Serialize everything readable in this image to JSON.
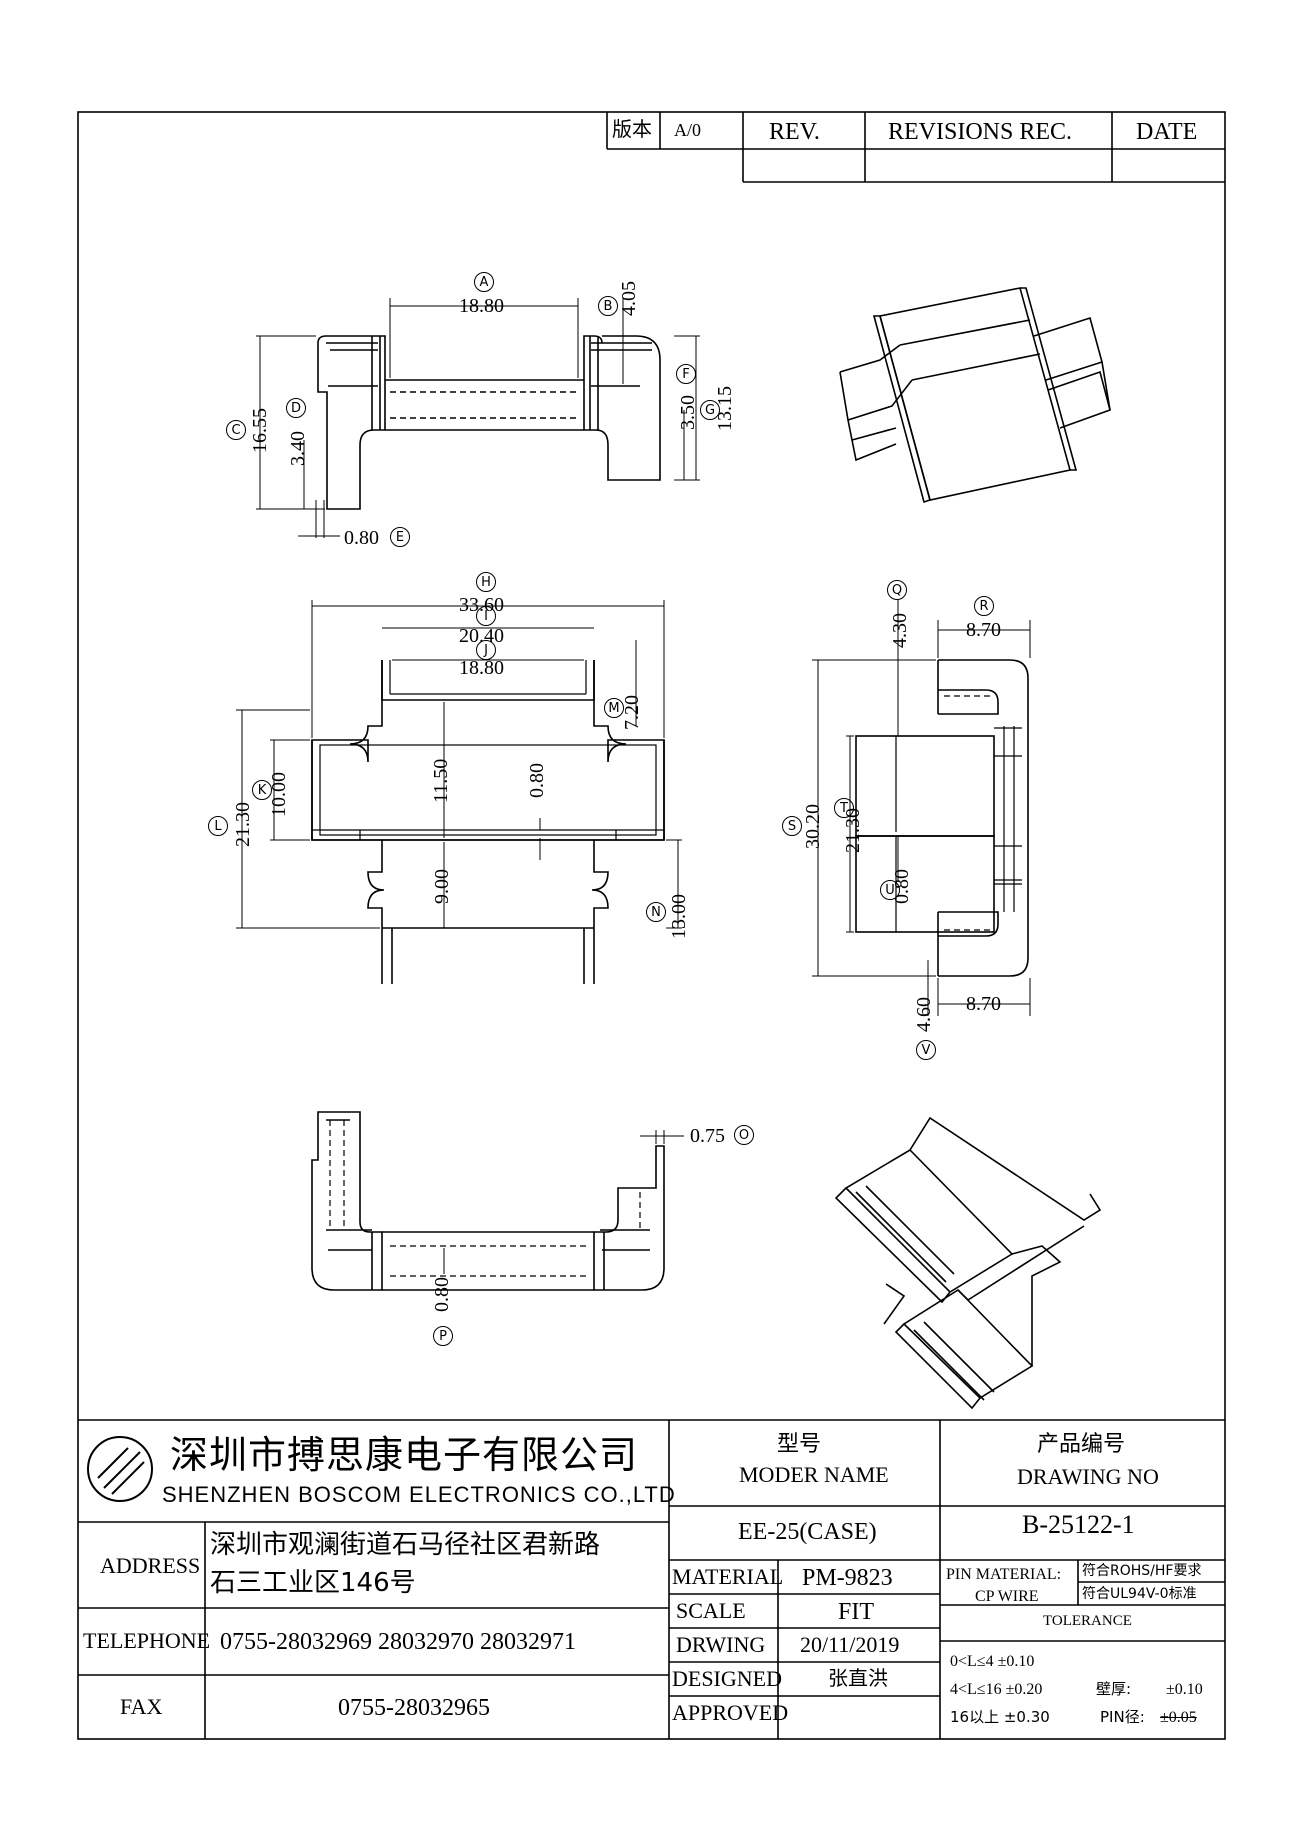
{
  "revision_table": {
    "version_label": "版本",
    "version_value": "A/0",
    "rev_label": "REV.",
    "revisions_label": "REVISIONS REC.",
    "date_label": "DATE"
  },
  "views": {
    "top_view": {
      "dim_A": "18.80",
      "letter_A": "A",
      "dim_B": "4.05",
      "letter_B": "B",
      "dim_C": "16.55",
      "letter_C": "C",
      "dim_D": "3.40",
      "letter_D": "D",
      "dim_E": "0.80",
      "letter_E": "E",
      "dim_F": "3.50",
      "letter_F": "F",
      "dim_G": "13.15",
      "letter_G": "G"
    },
    "front_view": {
      "dim_H": "33.60",
      "letter_H": "H",
      "dim_I": "20.40",
      "letter_I": "I",
      "dim_J": "18.80",
      "letter_J": "J",
      "dim_K": "10.00",
      "letter_K": "K",
      "dim_L": "21.30",
      "letter_L": "L",
      "dim_M": "7.20",
      "letter_M": "M",
      "dim_N": "13.00",
      "letter_N": "N",
      "dim_1150": "11.50",
      "dim_080": "0.80",
      "dim_900": "9.00"
    },
    "side_view": {
      "dim_Q": "4.30",
      "letter_Q": "Q",
      "dim_R": "8.70",
      "letter_R": "R",
      "dim_S": "30.20",
      "letter_S": "S",
      "dim_T": "21.30",
      "letter_T": "T",
      "dim_U": "0.80",
      "letter_U": "U",
      "dim_V": "4.60",
      "letter_V": "V",
      "dim_bottom": "8.70"
    },
    "bottom_view": {
      "dim_O": "0.75",
      "letter_O": "O",
      "dim_P": "0.80",
      "letter_P": "P"
    }
  },
  "title_block": {
    "company_cn": "深圳市搏思康电子有限公司",
    "company_en": "SHENZHEN BOSCOM ELECTRONICS CO.,LTD",
    "model_label_cn": "型号",
    "model_label_en": "MODER NAME",
    "model_value": "EE-25(CASE)",
    "drawing_label_cn": "产品编号",
    "drawing_label_en": "DRAWING NO",
    "drawing_value": "B-25122-1",
    "address_label": "ADDRESS",
    "address_line1": "深圳市观澜街道石马径社区君新路",
    "address_line2": "石三工业区146号",
    "telephone_label": "TELEPHONE",
    "telephone_value": "0755-28032969 28032970 28032971",
    "fax_label": "FAX",
    "fax_value": "0755-28032965",
    "material_label": "MATERIAL",
    "material_value": "PM-9823",
    "scale_label": "SCALE",
    "scale_value": "FIT",
    "drawing_date_label": "DRWING",
    "drawing_date_value": "20/11/2019",
    "designed_label": "DESIGNED",
    "designed_value": "张直洪",
    "approved_label": "APPROVED",
    "approved_value": "",
    "pin_material_label": "PIN MATERIAL:",
    "pin_material_value": "CP WIRE",
    "rohs_note": "符合ROHS/HF要求",
    "ul_note": "符合UL94V-0标准",
    "tolerance_label": "TOLERANCE",
    "tol_line1": "0<L≤4  ±0.10",
    "tol_line2": "4<L≤16  ±0.20",
    "tol_line3": "16以上    ±0.30",
    "wall_label": "壁厚:",
    "wall_value": "±0.10",
    "pin_dia_label": "PIN径:",
    "pin_dia_value": "±0.05"
  }
}
